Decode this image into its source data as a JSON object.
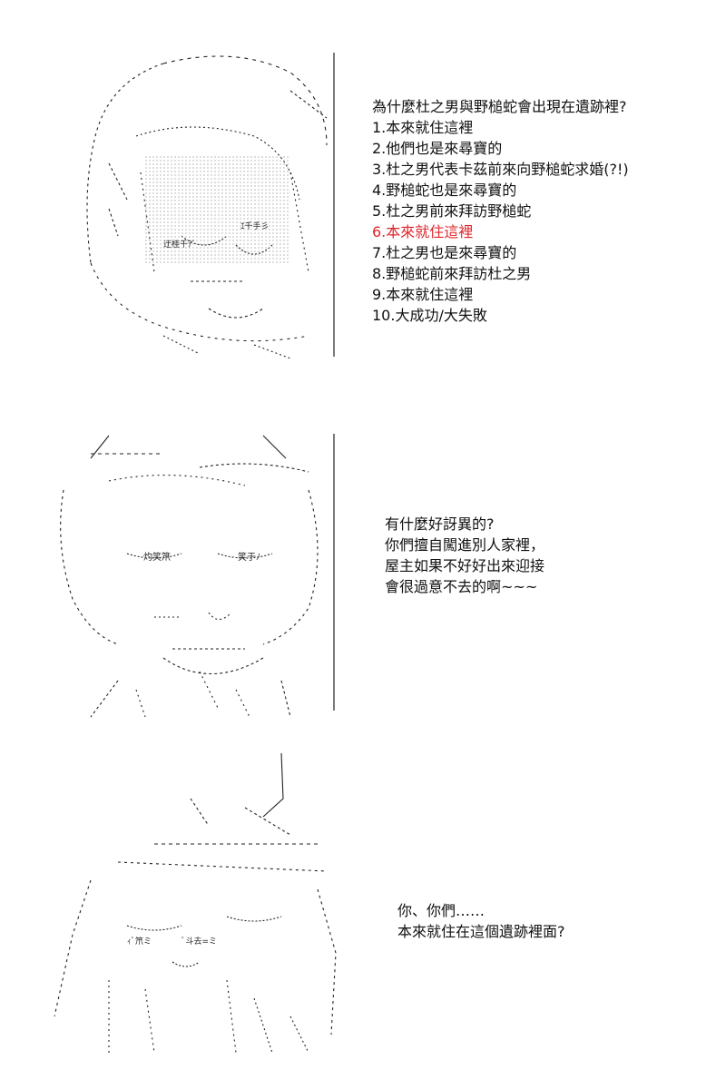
{
  "panel1": {
    "art_labels": [
      "迂桂千ﾃﾞ",
      "ｴ千手彡"
    ],
    "question": "為什麼杜之男與野槌蛇會出現在遺跡裡?",
    "options": [
      "1.本來就住這裡",
      "2.他們也是來尋寶的",
      "3.杜之男代表卡茲前來向野槌蛇求婚(?!)",
      "4.野槌蛇也是來尋寶的",
      "5.杜之男前來拜訪野槌蛇",
      "6.本來就住這裡",
      "7.杜之男也是來尋寶的",
      "8.野槌蛇前來拜訪杜之男",
      "9.本來就住這裡",
      "10.大成功/大失敗"
    ],
    "highlight_color": "#e0252b"
  },
  "panel2": {
    "art_labels": [
      "灼笑笊",
      "笑于ﾉ"
    ],
    "lines": [
      "有什麼好訝異的?",
      "你們擅自闖進別人家裡，",
      "屋主如果不好好出來迎接",
      "會很過意不去的啊~~~"
    ]
  },
  "panel3": {
    "art_labels": [
      "ｨﾞ笊ミ",
      "ﾞ斗去=ミ"
    ],
    "lines": [
      "你、你們……",
      "本來就住在這個遺跡裡面?"
    ]
  }
}
